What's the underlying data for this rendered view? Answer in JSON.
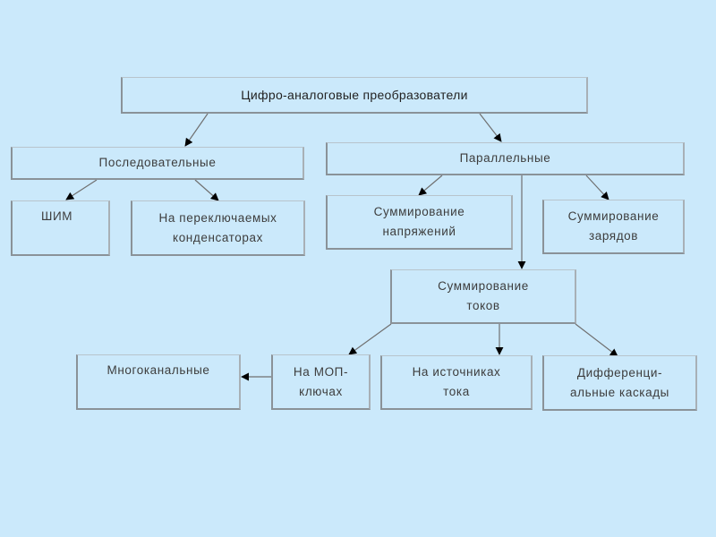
{
  "diagram": {
    "title": "Цифро-аналоговые преобразователи",
    "nodes": {
      "root": {
        "lines": [
          "Цифро-аналоговые преобразователи"
        ]
      },
      "sequential": {
        "lines": [
          "Последовательные"
        ]
      },
      "parallel": {
        "lines": [
          "Параллельные"
        ]
      },
      "pwm": {
        "lines": [
          "ШИМ"
        ]
      },
      "switched_caps": {
        "lines": [
          "На переключаемых",
          "конденсаторах"
        ]
      },
      "voltage_sum": {
        "lines": [
          "Суммирование",
          "напряжений"
        ]
      },
      "charge_sum": {
        "lines": [
          "Суммирование",
          "зарядов"
        ]
      },
      "current_sum": {
        "lines": [
          "Суммирование",
          "токов"
        ]
      },
      "multichannel": {
        "lines": [
          "Многоканальные"
        ]
      },
      "mos_switches": {
        "lines": [
          "На МОП-",
          "ключах"
        ]
      },
      "current_sources": {
        "lines": [
          "На источниках",
          "тока"
        ]
      },
      "diff_cascades": {
        "lines": [
          "Дифференци-",
          "альные каскады"
        ]
      }
    },
    "edges": [
      {
        "from": "root",
        "to": "sequential"
      },
      {
        "from": "root",
        "to": "parallel"
      },
      {
        "from": "sequential",
        "to": "pwm"
      },
      {
        "from": "sequential",
        "to": "switched_caps"
      },
      {
        "from": "parallel",
        "to": "voltage_sum"
      },
      {
        "from": "parallel",
        "to": "charge_sum"
      },
      {
        "from": "parallel",
        "to": "current_sum"
      },
      {
        "from": "current_sum",
        "to": "mos_switches"
      },
      {
        "from": "current_sum",
        "to": "current_sources"
      },
      {
        "from": "current_sum",
        "to": "diff_cascades"
      },
      {
        "from": "mos_switches",
        "to": "multichannel"
      }
    ],
    "colors": {
      "background": "#cbe9fb",
      "box_border": "#8a9298",
      "arrow": "#707070",
      "arrowhead": "#000000",
      "text": "#3d3d3d"
    }
  }
}
